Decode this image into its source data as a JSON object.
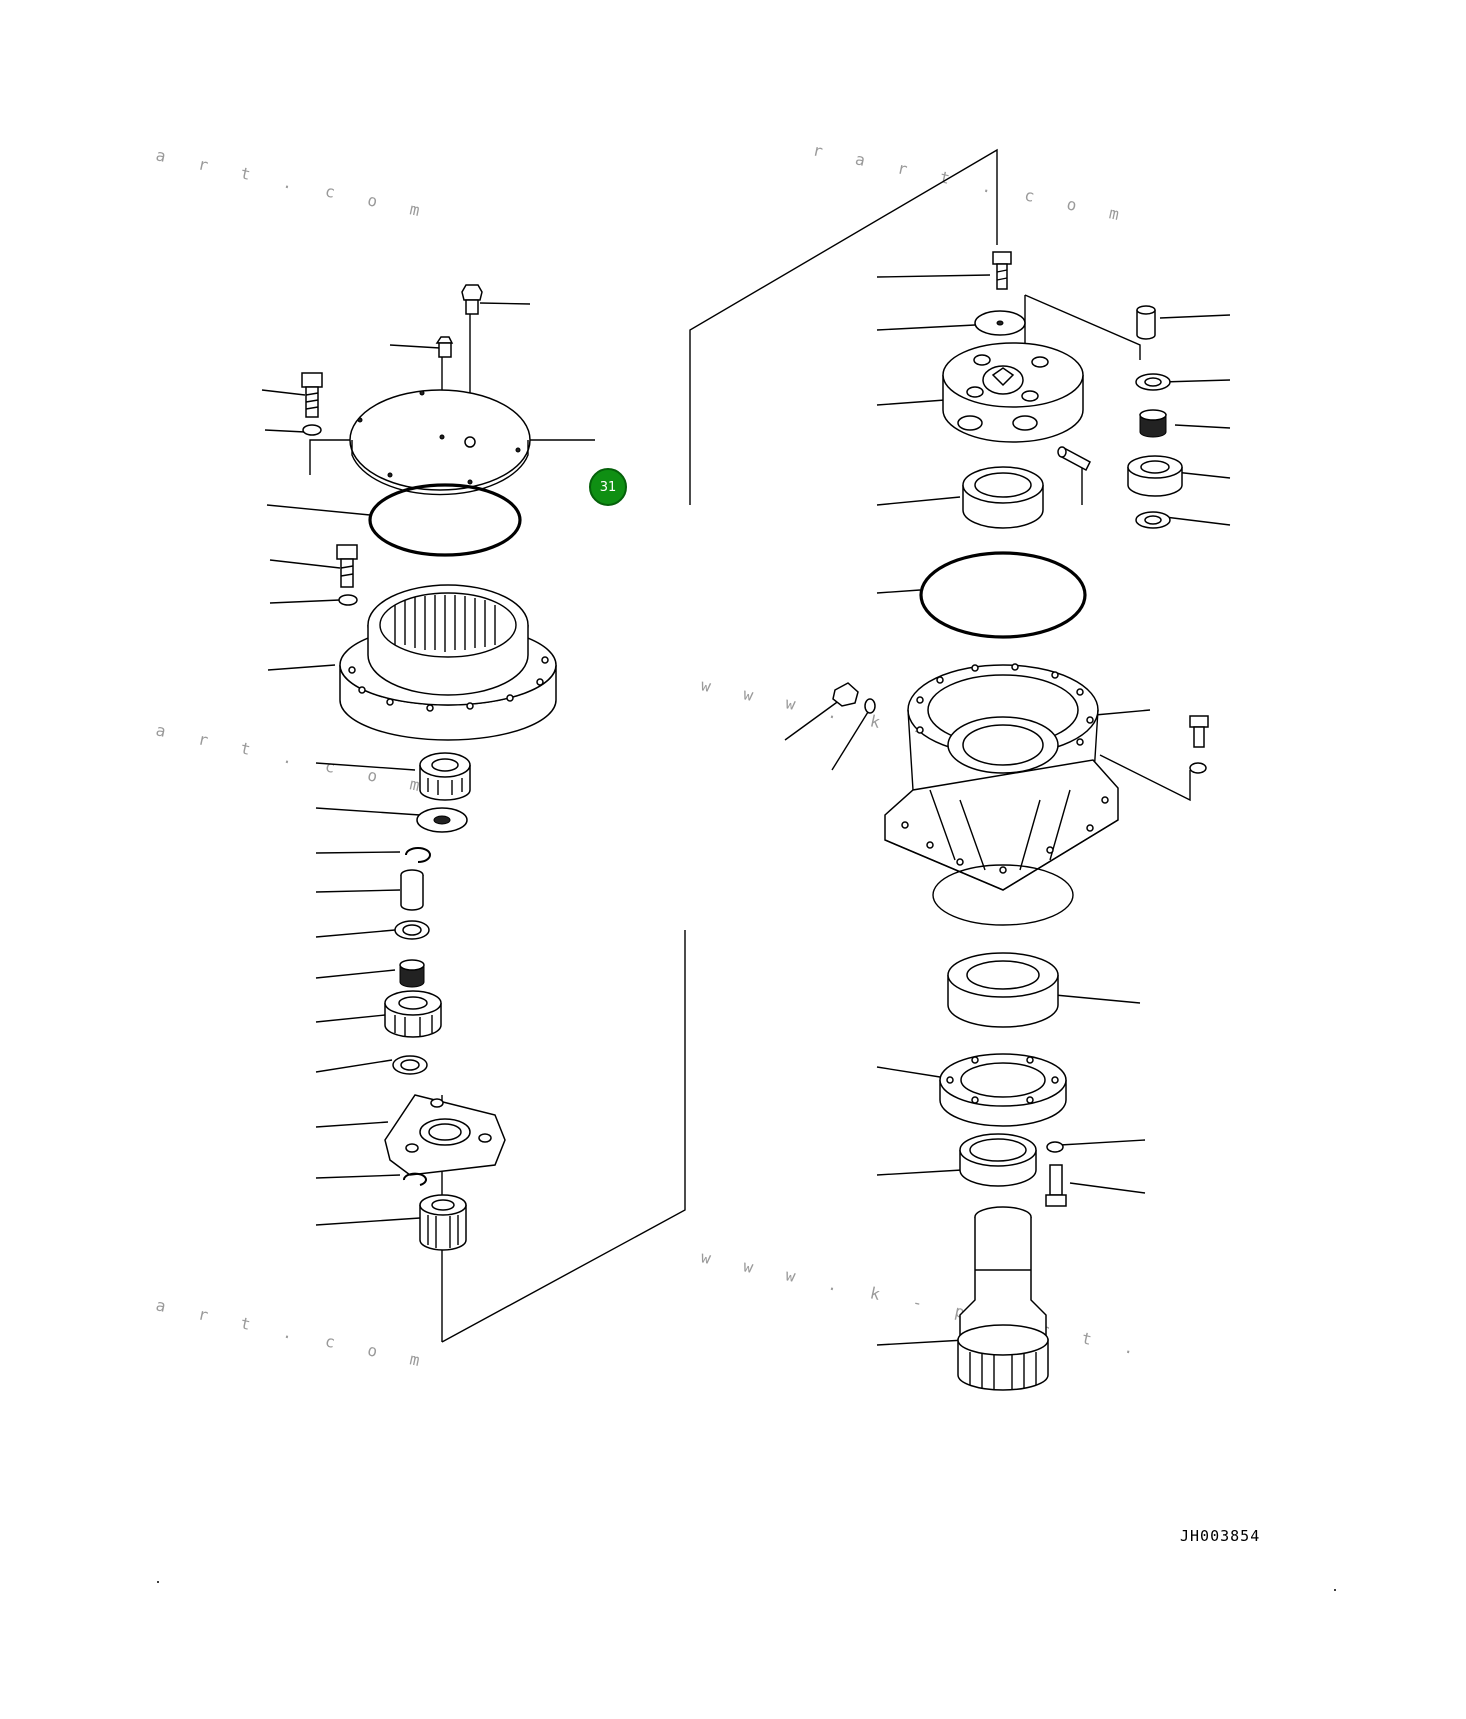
{
  "drawing_code": "JH003854",
  "callout": {
    "label": "31",
    "color": "#0f8f13"
  },
  "watermark_fragments": [
    "a r t . c o m",
    "r a r t . c o m",
    "w w w . k - p a r t",
    "a r t . c o m",
    "w w w . k - p a r t .",
    "a r t . c o m"
  ]
}
